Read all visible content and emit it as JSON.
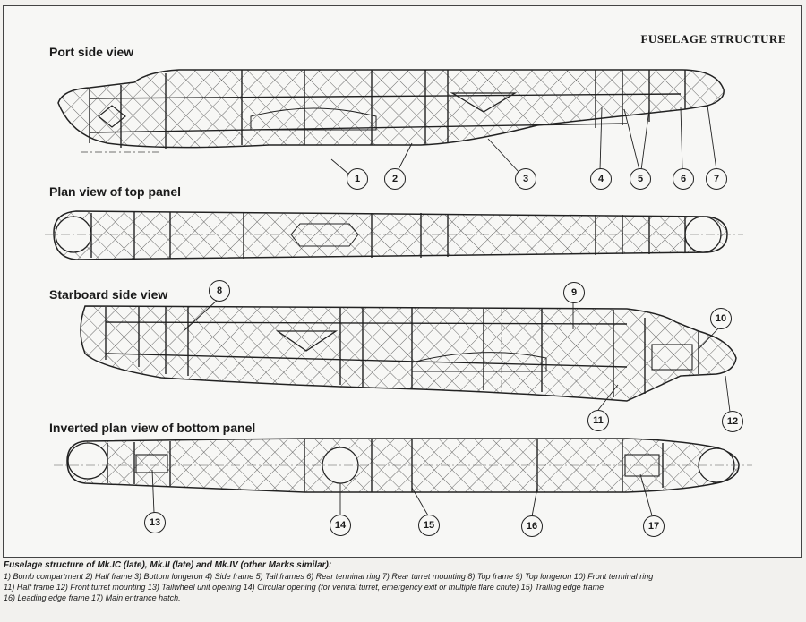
{
  "header": "FUSELAGE STRUCTURE",
  "views": {
    "port": "Port side view",
    "plan_top": "Plan view of top panel",
    "starboard": "Starboard side view",
    "bottom": "Inverted plan view of bottom panel"
  },
  "callouts": [
    "1",
    "2",
    "3",
    "4",
    "5",
    "6",
    "7",
    "8",
    "9",
    "10",
    "11",
    "12",
    "13",
    "14",
    "15",
    "16",
    "17"
  ],
  "caption": {
    "title": "Fuselage structure of Mk.IC (late), Mk.II (late) and Mk.IV (other Marks similar):",
    "line1": "1) Bomb compartment 2) Half frame 3) Bottom longeron 4) Side frame 5) Tail frames 6) Rear terminal ring 7) Rear turret mounting 8) Top frame 9) Top longeron 10) Front terminal ring",
    "line2": "11) Half frame 12) Front turret mounting 13) Tailwheel unit opening 14) Circular opening (for ventral turret, emergency exit or multiple flare chute) 15) Trailing edge frame",
    "line3": "16) Leading edge frame 17) Main entrance hatch."
  }
}
